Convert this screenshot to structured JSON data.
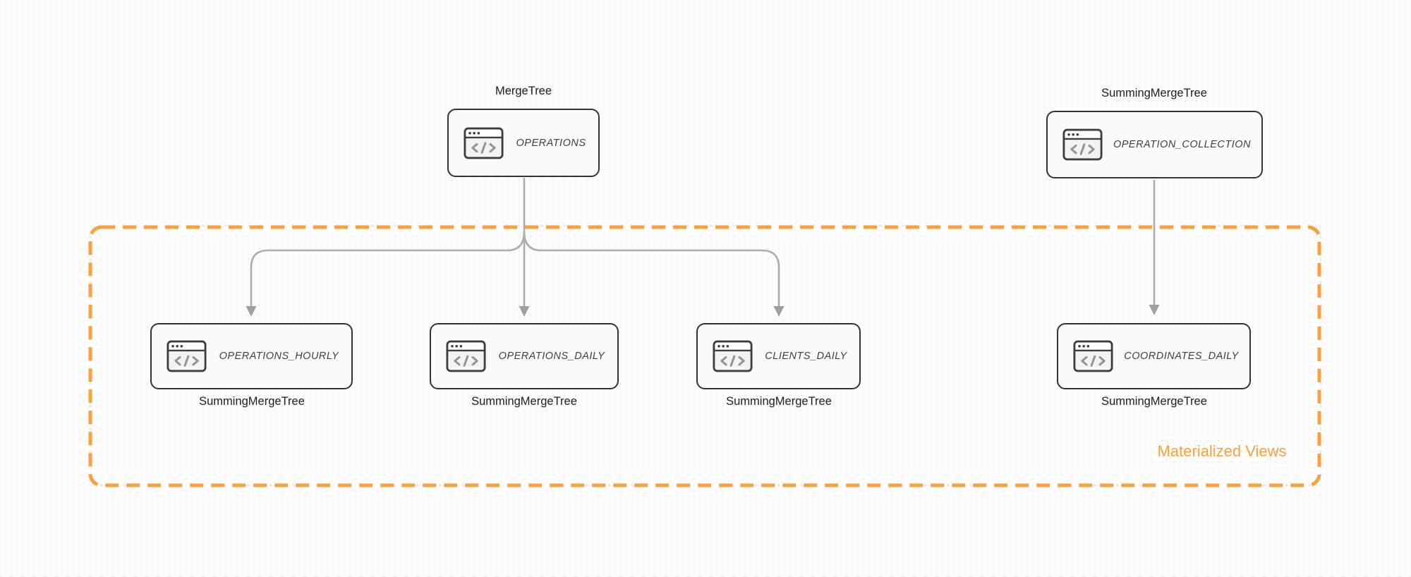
{
  "diagram": {
    "title_hint": "MergeTree tables feeding SummingMergeTree materialized views",
    "nodes": {
      "operations": {
        "engine": "MergeTree",
        "name": "OPERATIONS"
      },
      "operation_collection": {
        "engine": "SummingMergeTree",
        "name": "OPERATION_COLLECTION"
      },
      "operations_hourly": {
        "engine": "SummingMergeTree",
        "name": "OPERATIONS_HOURLY"
      },
      "operations_daily": {
        "engine": "SummingMergeTree",
        "name": "OPERATIONS_DAILY"
      },
      "clients_daily": {
        "engine": "SummingMergeTree",
        "name": "CLIENTS_DAILY"
      },
      "coordinates_daily": {
        "engine": "SummingMergeTree",
        "name": "COORDINATES_DAILY"
      }
    },
    "group": {
      "label": "Materialized Views"
    },
    "icons": {
      "node_icon": "code-window-icon"
    },
    "colors": {
      "group_accent_orange": "#F9A13C",
      "connector_gray": "#ADADAD",
      "arrowhead_gray": "#A0A0A0",
      "node_border": "#2F3237",
      "node_fill": "#FBFBFA",
      "canvas_dot": "#E2E2E4",
      "canvas_bg": "#FCFCFC"
    }
  }
}
